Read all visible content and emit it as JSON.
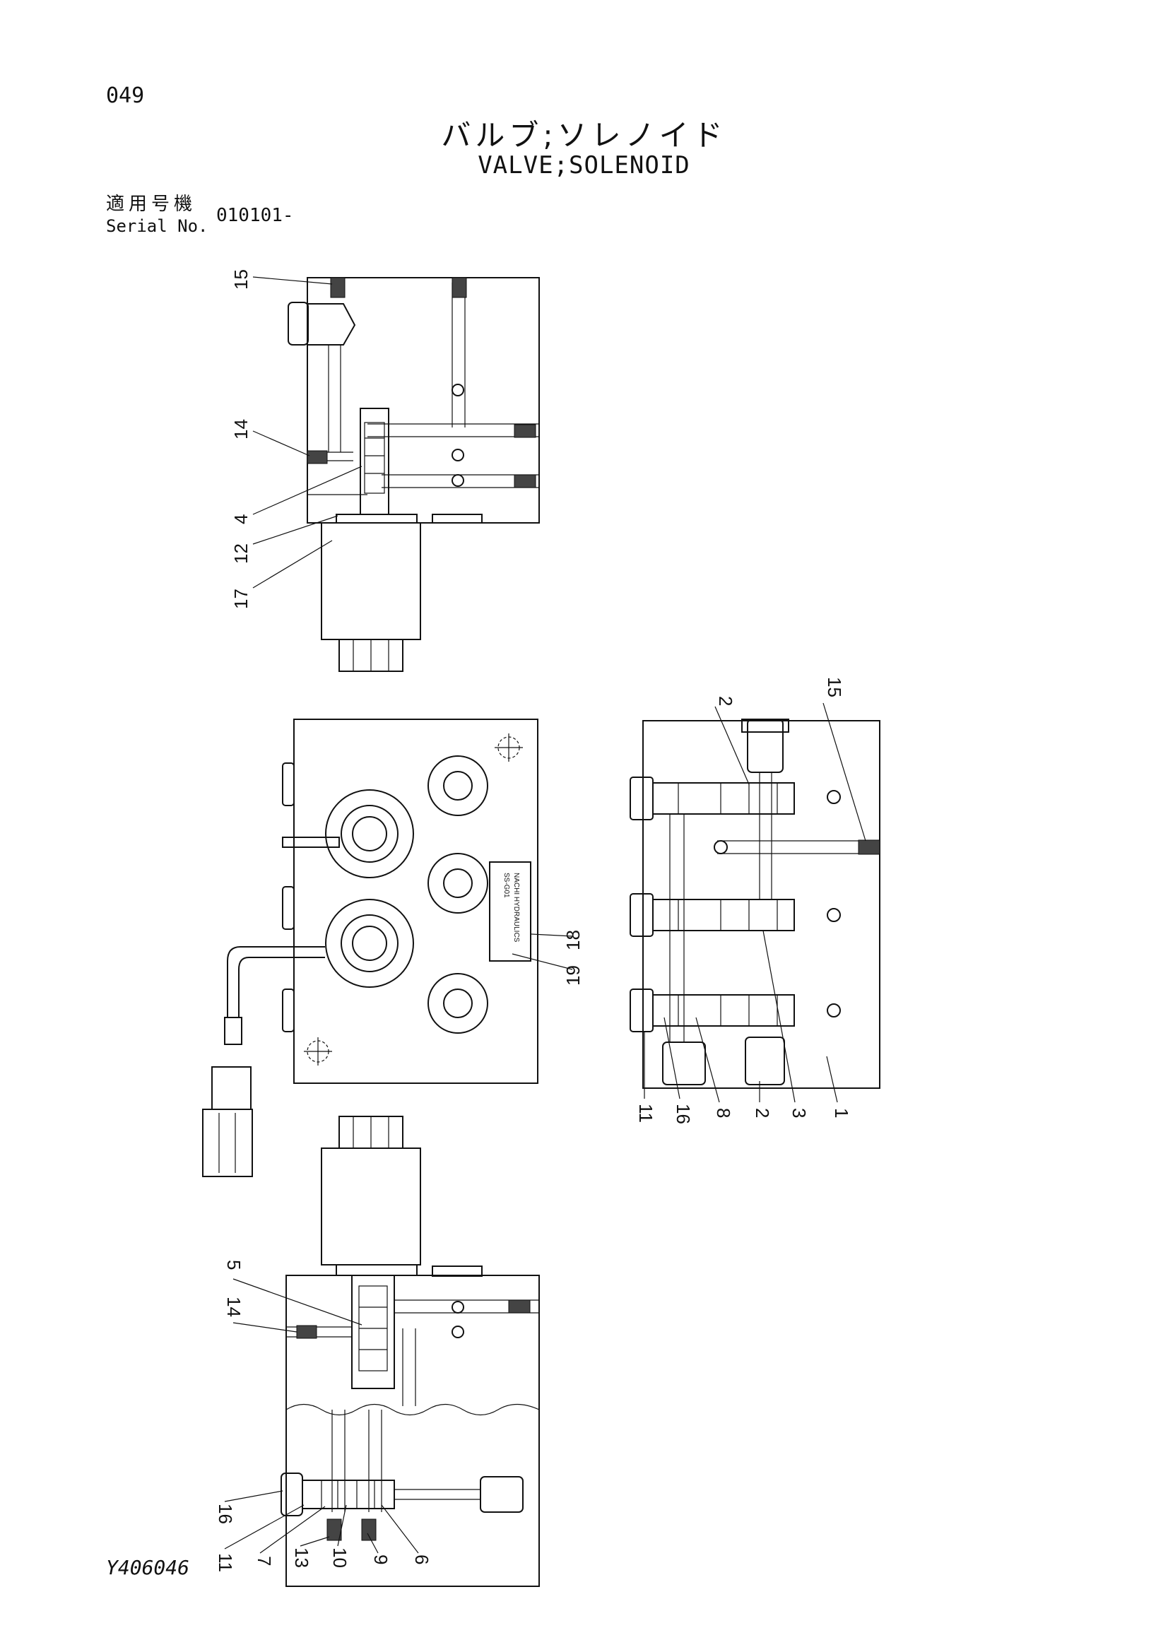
{
  "header": {
    "page_number": "049",
    "title_jp": "バルブ;ソレノイド",
    "title_en": "VALVE;SOLENOID",
    "serial_label_jp": "適用号機",
    "serial_label_en": "Serial No.",
    "serial_value": "010101-"
  },
  "footer": {
    "drawing_code": "Y406046"
  },
  "callouts": {
    "top_view": [
      "15",
      "14",
      "4",
      "12",
      "17"
    ],
    "plan_view": [
      "18",
      "19"
    ],
    "side_view": [
      "2",
      "15",
      "11",
      "16",
      "8",
      "2",
      "3",
      "1"
    ],
    "bottom_view": [
      "5",
      "14",
      "16",
      "11",
      "7",
      "13",
      "10",
      "9",
      "6"
    ]
  },
  "nameplate": {
    "line1": "NACHI HYDRAULICS",
    "line2": "SS-G01"
  }
}
